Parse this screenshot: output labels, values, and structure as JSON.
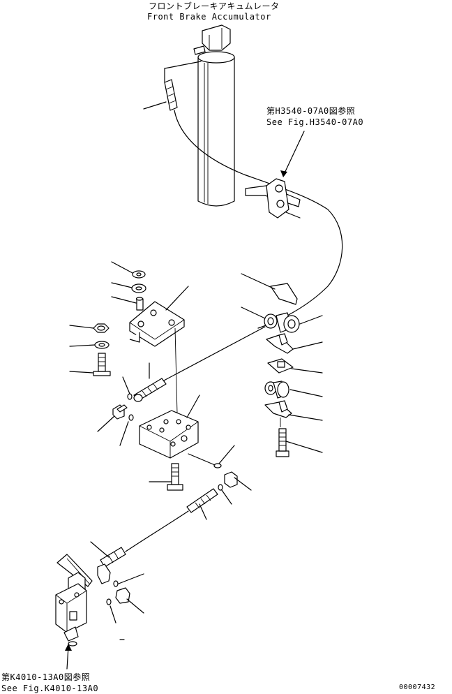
{
  "title": {
    "japanese": "フロントブレーキアキュムレータ",
    "english": "Front Brake Accumulator"
  },
  "references": [
    {
      "japanese": "第H3540-07A0図参照",
      "english": "See Fig.H3540-07A0"
    },
    {
      "japanese": "第K4010-13A0図参照",
      "english": "See Fig.K4010-13A0"
    }
  ],
  "drawing_number": "00007432",
  "colors": {
    "line": "#000000",
    "background": "#ffffff"
  }
}
